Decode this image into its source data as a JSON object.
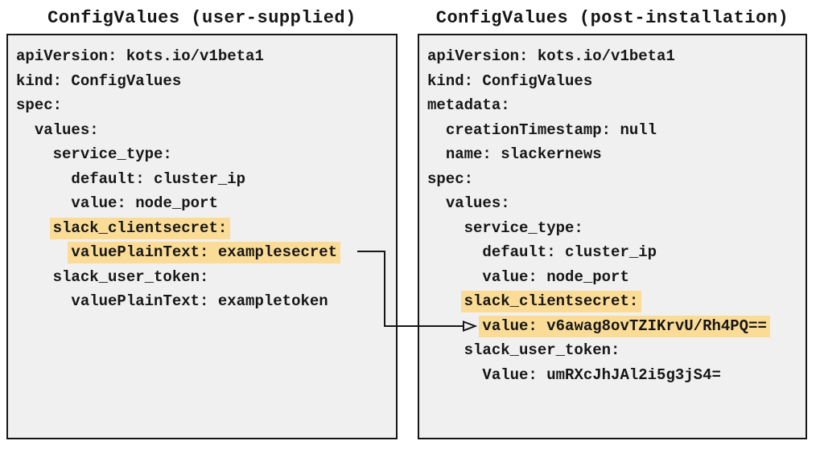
{
  "colors": {
    "panel_bg": "#f0f0f0",
    "panel_border": "#161616",
    "highlight": "#fbdc96",
    "text": "#161616"
  },
  "left_panel": {
    "title": "ConfigValues (user-supplied)",
    "lines": [
      {
        "indent": "",
        "text": "apiVersion: kots.io/v1beta1",
        "highlighted": false
      },
      {
        "indent": "",
        "text": "kind: ConfigValues",
        "highlighted": false
      },
      {
        "indent": "",
        "text": "spec:",
        "highlighted": false
      },
      {
        "indent": "  ",
        "text": "values:",
        "highlighted": false
      },
      {
        "indent": "    ",
        "text": "service_type:",
        "highlighted": false
      },
      {
        "indent": "      ",
        "text": "default: cluster_ip",
        "highlighted": false
      },
      {
        "indent": "      ",
        "text": "value: node_port",
        "highlighted": false
      },
      {
        "indent": "    ",
        "text": "slack_clientsecret:",
        "highlighted": true
      },
      {
        "indent": "      ",
        "text": "valuePlainText: examplesecret",
        "highlighted": true
      },
      {
        "indent": "    ",
        "text": "slack_user_token:",
        "highlighted": false
      },
      {
        "indent": "      ",
        "text": "valuePlainText: exampletoken",
        "highlighted": false
      }
    ]
  },
  "right_panel": {
    "title": "ConfigValues (post-installation)",
    "lines": [
      {
        "indent": "",
        "text": "apiVersion: kots.io/v1beta1",
        "highlighted": false
      },
      {
        "indent": "",
        "text": "kind: ConfigValues",
        "highlighted": false
      },
      {
        "indent": "",
        "text": "metadata:",
        "highlighted": false
      },
      {
        "indent": "  ",
        "text": "creationTimestamp: null",
        "highlighted": false
      },
      {
        "indent": "  ",
        "text": "name: slackernews",
        "highlighted": false
      },
      {
        "indent": "",
        "text": "spec:",
        "highlighted": false
      },
      {
        "indent": "  ",
        "text": "values:",
        "highlighted": false
      },
      {
        "indent": "    ",
        "text": "service_type:",
        "highlighted": false
      },
      {
        "indent": "      ",
        "text": "default: cluster_ip",
        "highlighted": false
      },
      {
        "indent": "      ",
        "text": "value: node_port",
        "highlighted": false
      },
      {
        "indent": "    ",
        "text": "slack_clientsecret:",
        "highlighted": true
      },
      {
        "indent": "      ",
        "text": "value: v6awag8ovTZIKrvU/Rh4PQ==",
        "highlighted": true
      },
      {
        "indent": "    ",
        "text": "slack_user_token:",
        "highlighted": false
      },
      {
        "indent": "      ",
        "text": "Value: umRXcJhJAl2i5g3jS4=",
        "highlighted": false
      }
    ]
  }
}
